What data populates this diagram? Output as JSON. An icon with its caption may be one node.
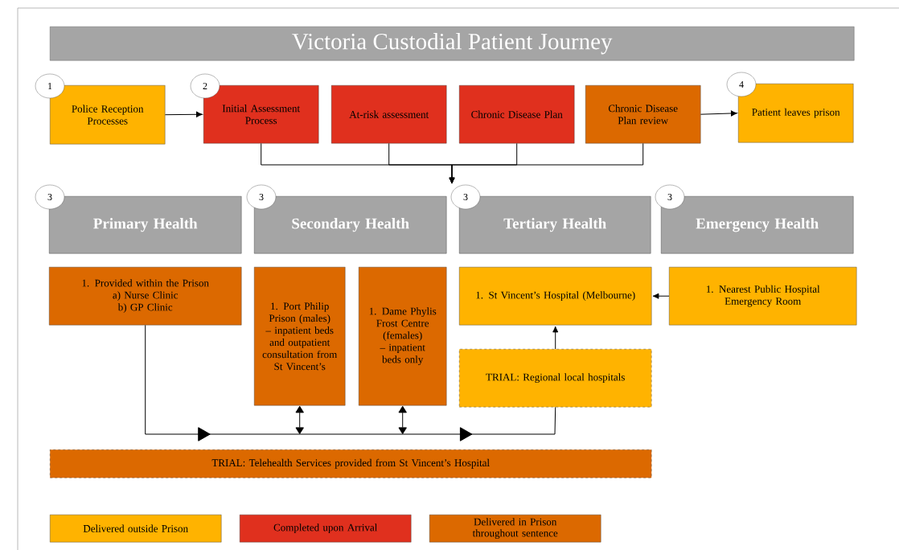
{
  "diagram": {
    "title": "Victoria Custodial Patient Journey",
    "nodes": [
      {
        "text": [
          "1"
        ]
      },
      {
        "text": [
          "Police Reception Processes"
        ]
      },
      {
        "text": [
          "2"
        ]
      },
      {
        "text": [
          "Initial Assessment Process"
        ]
      },
      {
        "text": [
          "At-risk assessment"
        ]
      },
      {
        "text": [
          "Chronic Disease Plan"
        ]
      },
      {
        "text": [
          "Chronic Disease Plan review"
        ]
      },
      {
        "text": [
          "4"
        ]
      },
      {
        "text": [
          "Patient leaves prison"
        ]
      },
      {
        "text": [
          "3"
        ]
      },
      {
        "text": [
          "Primary Health"
        ]
      },
      {
        "text": [
          "3"
        ]
      },
      {
        "text": [
          "Secondary Health"
        ]
      },
      {
        "text": [
          "3"
        ]
      },
      {
        "text": [
          "Tertiary Health"
        ]
      },
      {
        "text": [
          "3"
        ]
      },
      {
        "text": [
          "Emergency Health"
        ]
      },
      {
        "text": [
          "1. Provided within the Prison",
          "a) Nurse Clinic",
          "b) GP Clinic"
        ]
      },
      {
        "text": [
          "1. Port Philip Prison (males) – inpatient beds and outpatient consultation from St Vincent’s"
        ]
      },
      {
        "text": [
          "1. Dame Phylis Frost Centre (females) – inpatient beds only"
        ]
      },
      {
        "text": [
          "1. St Vincent’s Hospital (Melbourne)"
        ]
      },
      {
        "text": [
          "1. Nearest Public Hospital Emergency Room"
        ]
      },
      {
        "text": [
          "TRIAL: Regional local hospitals"
        ]
      },
      {
        "text": [
          "TRIAL: Telehealth Services provided from St Vincent’s Hospital"
        ]
      }
    ],
    "edges": [
      {
        "from": 1,
        "to": 3,
        "arrow": "to"
      },
      {
        "from": 3,
        "to": 13,
        "arrow": "to"
      },
      {
        "from": 4,
        "to": 13,
        "arrow": "to"
      },
      {
        "from": 5,
        "to": 13,
        "arrow": "to"
      },
      {
        "from": 6,
        "to": 13,
        "arrow": "to"
      },
      {
        "from": 6,
        "to": 8,
        "arrow": "to"
      },
      {
        "from": 21,
        "to": 20,
        "arrow": "to"
      },
      {
        "from": 22,
        "to": 20,
        "arrow": "to"
      },
      {
        "from": 17,
        "to": 22,
        "arrow": "to"
      },
      {
        "from": 18,
        "to": null,
        "arrow": "both"
      },
      {
        "from": 19,
        "to": null,
        "arrow": "both"
      }
    ],
    "legend": [
      {
        "text": "Delivered outside Prison",
        "color": "#ffb300"
      },
      {
        "text": "Completed upon Arrival",
        "color": "#e0301e"
      },
      {
        "text": "Delivered in Prison throughout sentence",
        "color": "#dc6900"
      }
    ]
  }
}
